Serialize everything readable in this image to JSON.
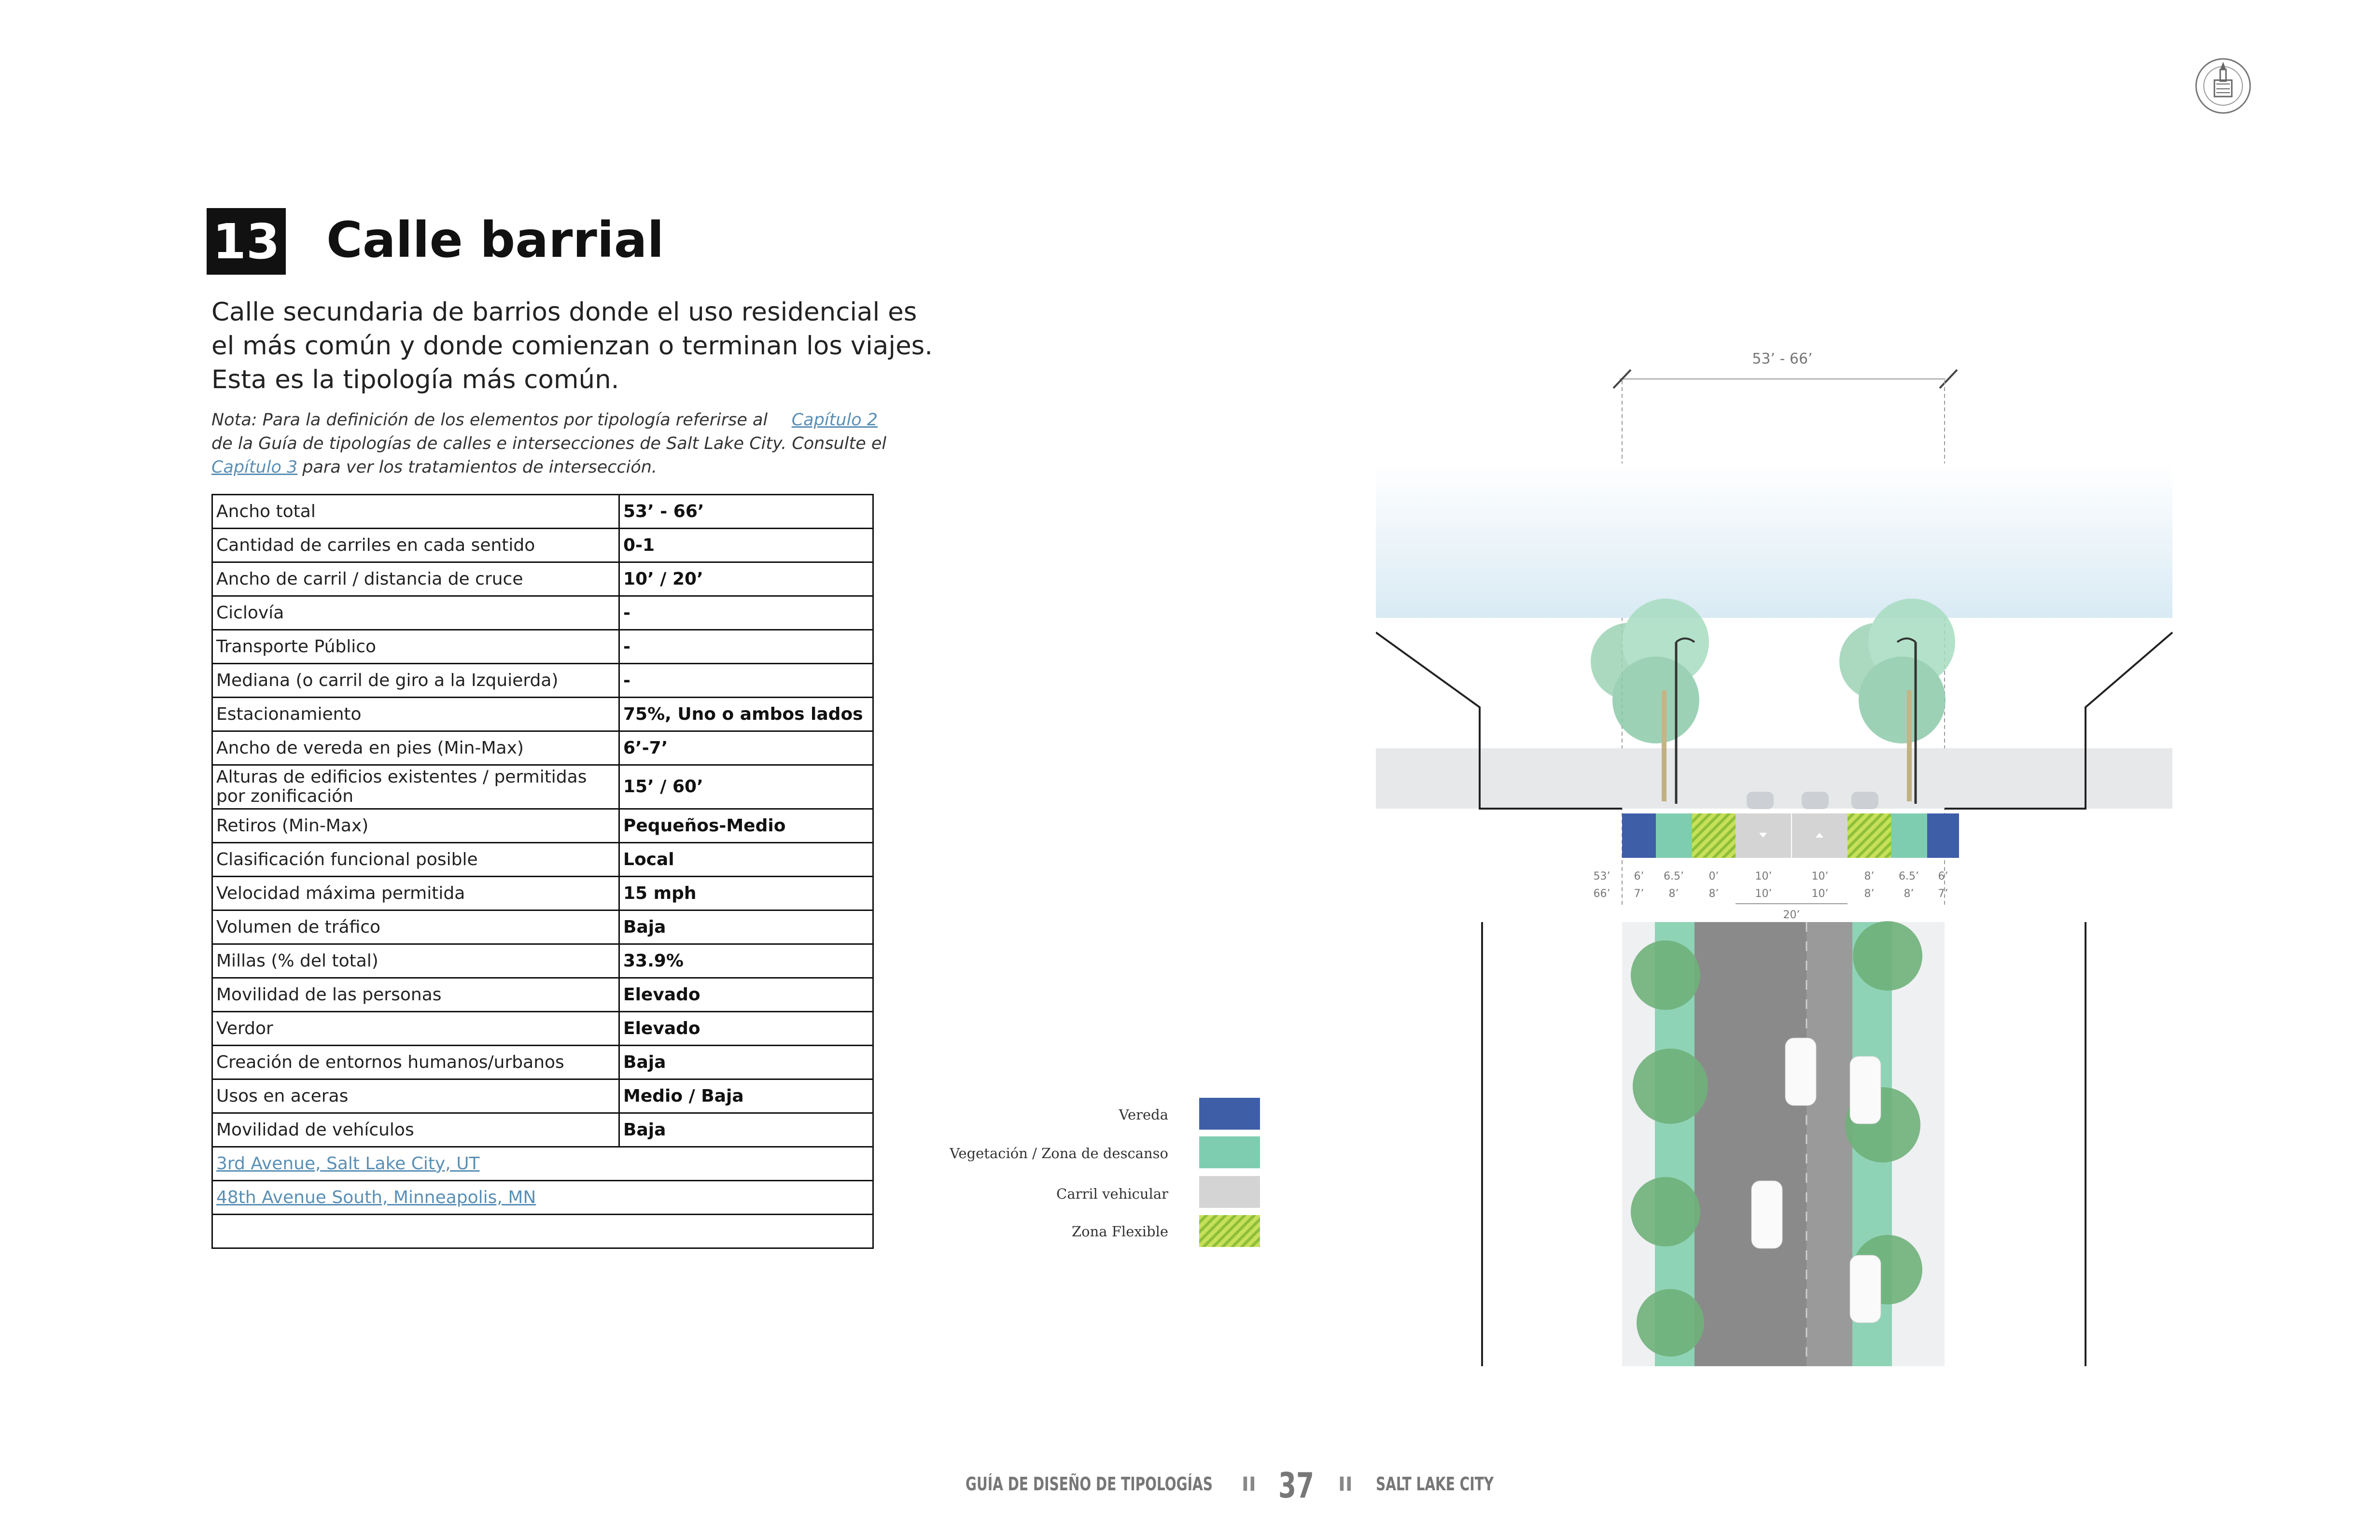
{
  "header": {
    "section_number": "13",
    "title": "Calle barrial"
  },
  "intro": {
    "lines": [
      "Calle secundaria de barrios donde el uso residencial es",
      "el más común y donde comienzan o terminan los viajes.",
      "Esta es la tipología más común."
    ]
  },
  "note": {
    "l1_text": "Nota: Para la definición de los elementos por tipología referirse al",
    "l1_link": "Capítulo 2",
    "l2_text": "de la Guía de tipologías de calles e intersecciones de Salt Lake City. Consulte el",
    "l3_link": "Capítulo 3",
    "l3_text": "para ver los tratamientos de intersección."
  },
  "table": {
    "rows": [
      {
        "label": "Ancho total",
        "value": "53’ - 66’"
      },
      {
        "label": "Cantidad de carriles en cada sentido",
        "value": "0-1"
      },
      {
        "label": "Ancho de carril / distancia de cruce",
        "value": "10’ / 20’"
      },
      {
        "label": "Ciclovía",
        "value": "-"
      },
      {
        "label": "Transporte Público",
        "value": "-"
      },
      {
        "label": "Mediana (o carril de giro a la Izquierda)",
        "value": "-"
      },
      {
        "label": "Estacionamiento",
        "value": "75%, Uno o ambos lados"
      },
      {
        "label": "Ancho de vereda en pies (Min-Max)",
        "value": "6’-7’"
      },
      {
        "label": "Alturas de edificios existentes / permitidas por zonificación",
        "value": "15’ / 60’"
      },
      {
        "label": "Retiros (Min-Max)",
        "value": "Pequeños-Medio"
      },
      {
        "label": "Clasificación funcional posible",
        "value": "Local"
      },
      {
        "label": "Velocidad máxima permitida",
        "value": "15 mph"
      },
      {
        "label": "Volumen de tráfico",
        "value": "Baja"
      },
      {
        "label": "Millas (% del total)",
        "value": "33.9%"
      },
      {
        "label": "Movilidad de las personas",
        "value": "Elevado"
      },
      {
        "label": "Verdor",
        "value": "Elevado"
      },
      {
        "label": "Creación de entornos humanos/urbanos",
        "value": "Baja"
      },
      {
        "label": "Usos en aceras",
        "value": "Medio / Baja"
      },
      {
        "label": "Movilidad de vehículos",
        "value": "Baja"
      }
    ],
    "links": [
      "3rd Avenue, Salt Lake City, UT",
      "48th Avenue South, Minneapolis, MN",
      ""
    ]
  },
  "legend": [
    {
      "label": "Vereda",
      "color": "#3f5ea8"
    },
    {
      "label": "Vegetación / Zona de descanso",
      "color": "#7fcdb0"
    },
    {
      "label": "Carril vehicular",
      "color": "#d4d4d4"
    },
    {
      "label": "Zona Flexible",
      "color": "#b7d94a"
    }
  ],
  "diagram": {
    "total_width": "53’ - 66’",
    "left_total_top": "53’",
    "left_total_bottom": "66’",
    "segments": [
      {
        "top": "6’",
        "bottom": "7’"
      },
      {
        "top": "6.5’",
        "bottom": "8’"
      },
      {
        "top": "0’",
        "bottom": "8’"
      },
      {
        "top": "10’",
        "bottom": "10’"
      },
      {
        "top": "10’",
        "bottom": "10’"
      },
      {
        "top": "8’",
        "bottom": "8’"
      },
      {
        "top": "6.5’",
        "bottom": "8’"
      },
      {
        "top": "6’",
        "bottom": "7’"
      }
    ],
    "crossing": "20’"
  },
  "footer": {
    "left": "GUÍA DE DISEÑO DE TIPOLOGÍAS",
    "separator": "II",
    "page": "37",
    "right": "SALT LAKE CITY"
  },
  "icons": {
    "seal": "salt-lake-city-seal-icon"
  }
}
